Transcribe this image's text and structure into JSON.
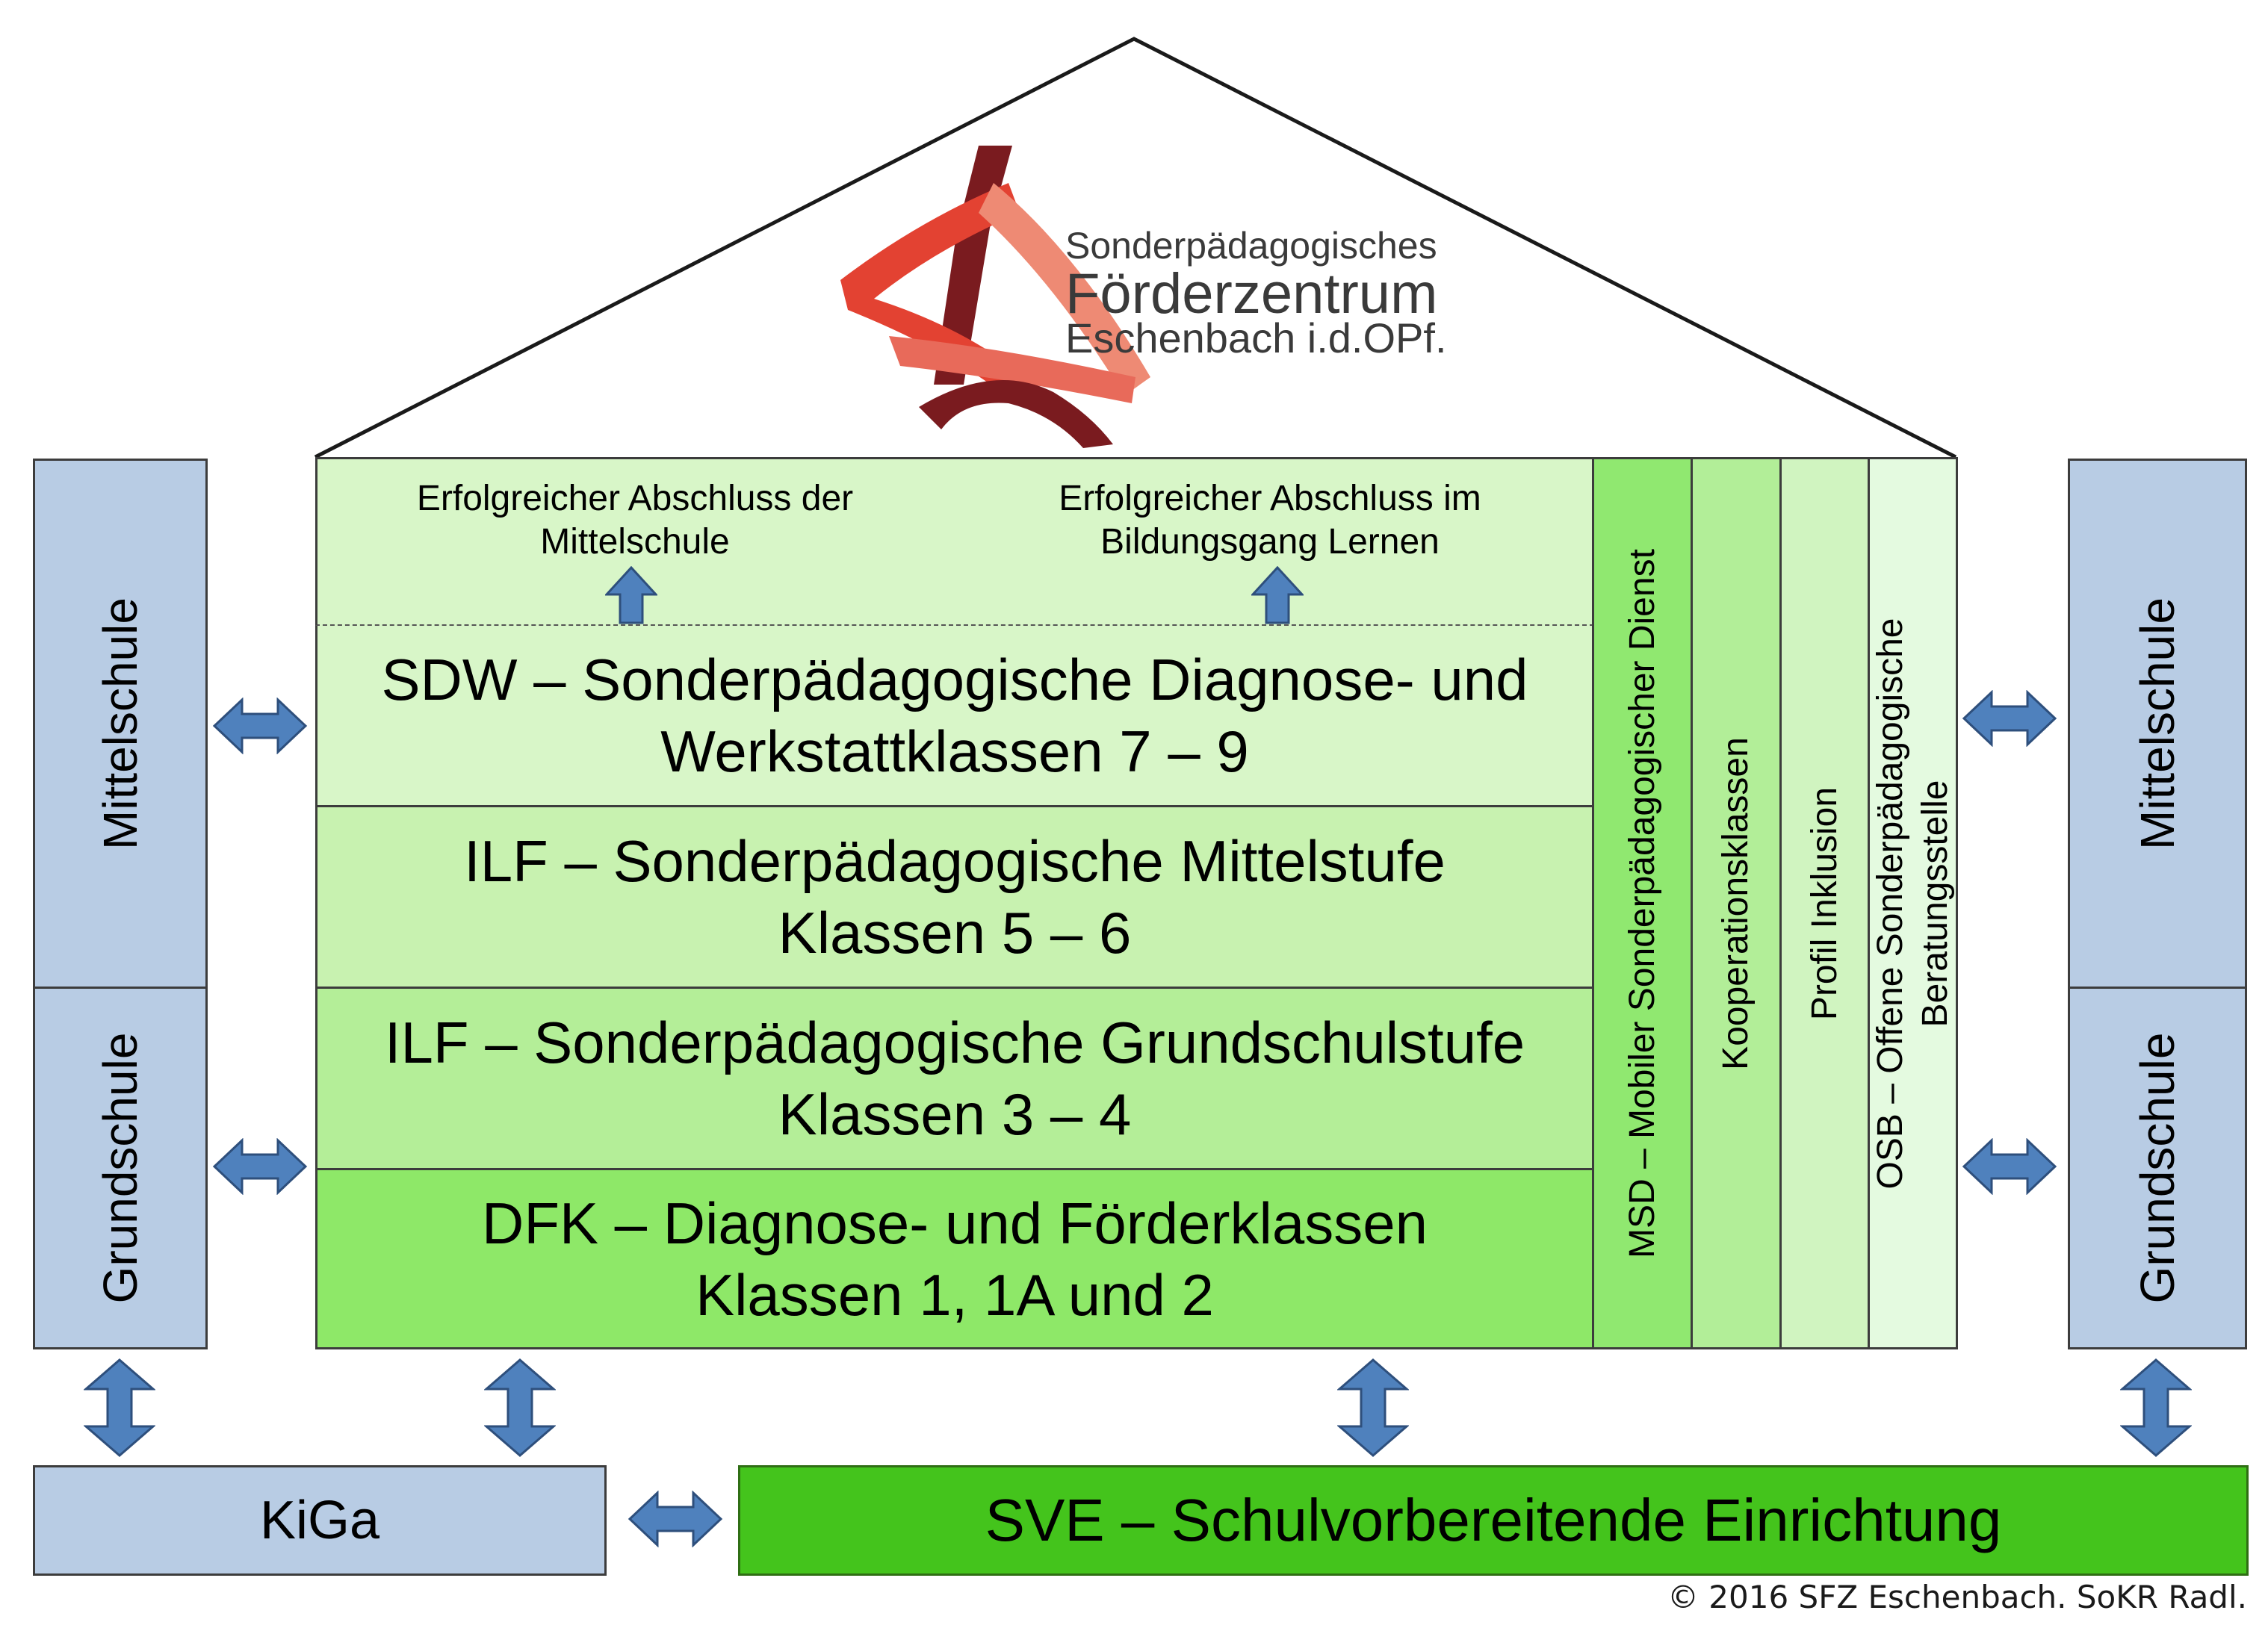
{
  "logo": {
    "line1": "Sonderpädagogisches",
    "line2": "Förderzentrum",
    "line3": "Eschenbach i.d.OPf."
  },
  "top": {
    "left_line1": "Erfolgreicher Abschluss der",
    "left_line2": "Mittelschule",
    "right_line1": "Erfolgreicher Abschluss im",
    "right_line2": "Bildungsgang Lernen"
  },
  "bands": {
    "sdw_line1": "SDW – Sonderpädagogische Diagnose- und",
    "sdw_line2": "Werkstattklassen 7 – 9",
    "mittel_line1": "ILF – Sonderpädagogische Mittelstufe",
    "mittel_line2": "Klassen 5 – 6",
    "grund_line1": "ILF – Sonderpädagogische Grundschulstufe",
    "grund_line2": "Klassen 3 – 4",
    "dfk_line1": "DFK – Diagnose- und Förderklassen",
    "dfk_line2": "Klassen 1, 1A und 2"
  },
  "columns": {
    "msd": "MSD – Mobiler Sonderpädagogischer Dienst",
    "koop": "Kooperationsklassen",
    "profil": "Profil Inklusion",
    "osb_line1": "OSB – Offene Sonderpädagogische",
    "osb_line2": "Beratungsstelle"
  },
  "sides": {
    "left_upper": "Mittelschule",
    "left_lower": "Grundschule",
    "right_upper": "Mittelschule",
    "right_lower": "Grundschule"
  },
  "bottom": {
    "kiga": "KiGa",
    "sve": "SVE – Schulvorbereitende Einrichtung"
  },
  "copyright": "© 2016 SFZ Eschenbach. SoKR Radl.",
  "colors": {
    "side_blue": "#b8cce4",
    "arrow_blue": "#4f81bd",
    "band_sdw": "#d8f6c8",
    "band_mittel": "#c8f2b0",
    "band_grund": "#b4ee98",
    "band_dfk": "#8ee868",
    "col_msd": "#90e870",
    "col_koop": "#b2ee98",
    "col_profil": "#d0f4c0",
    "col_osb": "#e4fae0",
    "sve_green": "#44c41c"
  }
}
